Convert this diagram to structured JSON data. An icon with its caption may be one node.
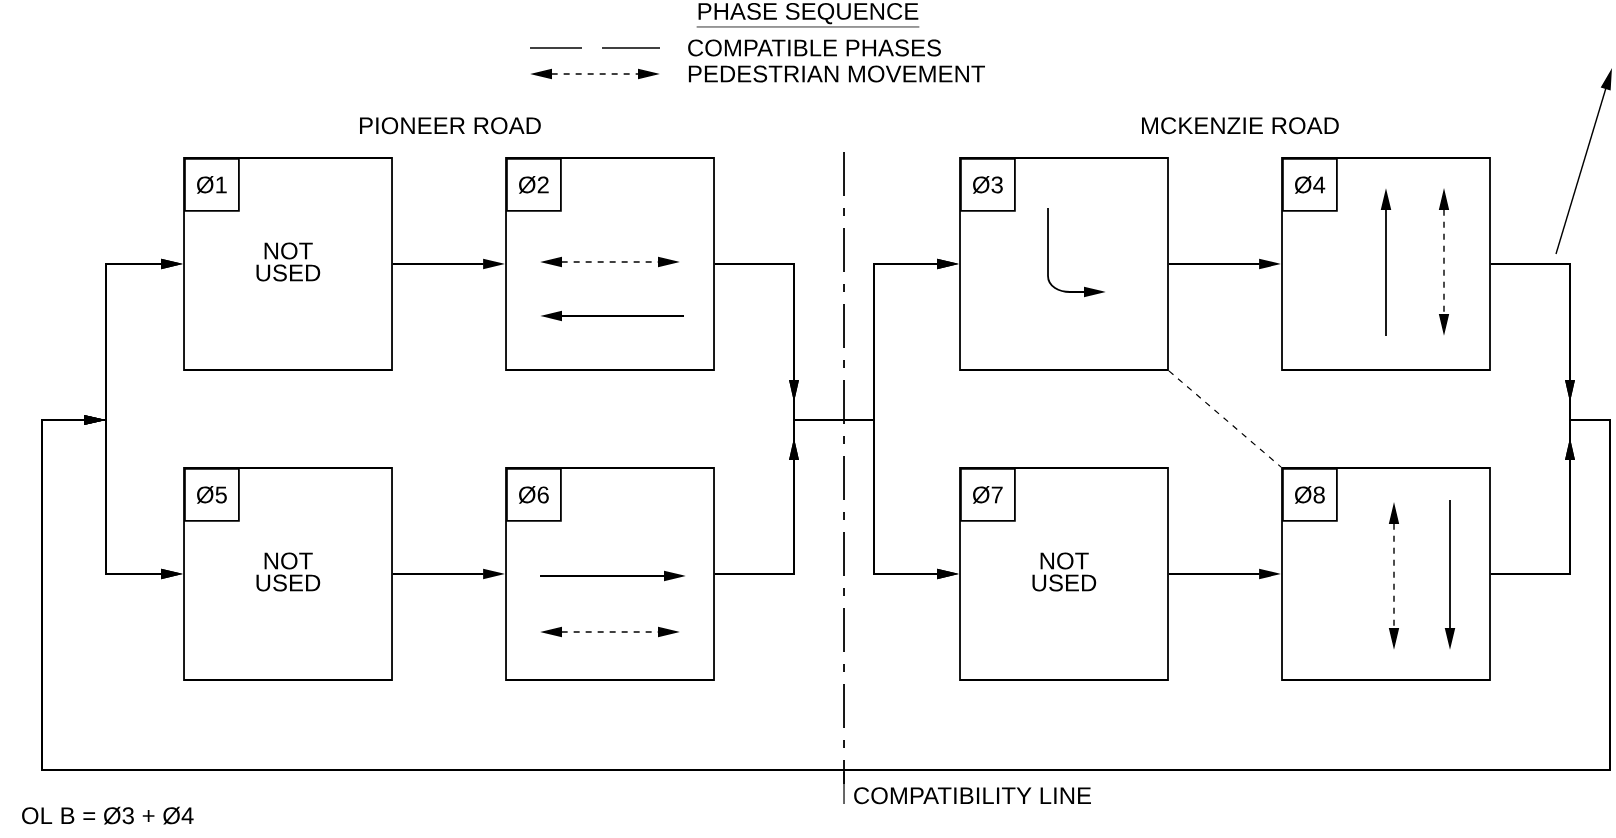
{
  "diagram": {
    "title": "PHASE SEQUENCE",
    "nodes": [
      {
        "text": [
          "Ø1",
          "NOT USED"
        ]
      },
      {
        "text": [
          "Ø2"
        ]
      },
      {
        "text": [
          "Ø3"
        ]
      },
      {
        "text": [
          "Ø4"
        ]
      },
      {
        "text": [
          "Ø5",
          "NOT USED"
        ]
      },
      {
        "text": [
          "Ø6"
        ]
      },
      {
        "text": [
          "Ø7",
          "NOT USED"
        ]
      },
      {
        "text": [
          "Ø8"
        ]
      }
    ],
    "edges": [
      {
        "from": 0,
        "to": 1,
        "arrow": "to"
      },
      {
        "from": 1,
        "to": 2,
        "arrow": "to"
      },
      {
        "from": 1,
        "to": 6,
        "arrow": "to"
      },
      {
        "from": 5,
        "to": 2,
        "arrow": "to"
      },
      {
        "from": 5,
        "to": 6,
        "arrow": "to"
      },
      {
        "from": 2,
        "to": 3,
        "arrow": "to"
      },
      {
        "from": 3,
        "to": 0,
        "arrow": "to"
      },
      {
        "from": 3,
        "to": 4,
        "arrow": "to"
      },
      {
        "from": 7,
        "to": 0,
        "arrow": "to"
      },
      {
        "from": 7,
        "to": 4,
        "arrow": "to"
      },
      {
        "from": 4,
        "to": 5,
        "arrow": "to"
      },
      {
        "from": 6,
        "to": 7,
        "arrow": "to"
      },
      {
        "from": 2,
        "to": 7,
        "arrow": "none",
        "style": "dashed"
      }
    ],
    "labels": [
      "PIONEER ROAD",
      "MCKENZIE ROAD",
      "COMPATIBILITY LINE",
      "OL B = Ø3 + Ø4"
    ],
    "legend": [
      {
        "text": "COMPATIBLE PHASES"
      },
      {
        "text": "PEDESTRIAN MOVEMENT"
      }
    ]
  }
}
